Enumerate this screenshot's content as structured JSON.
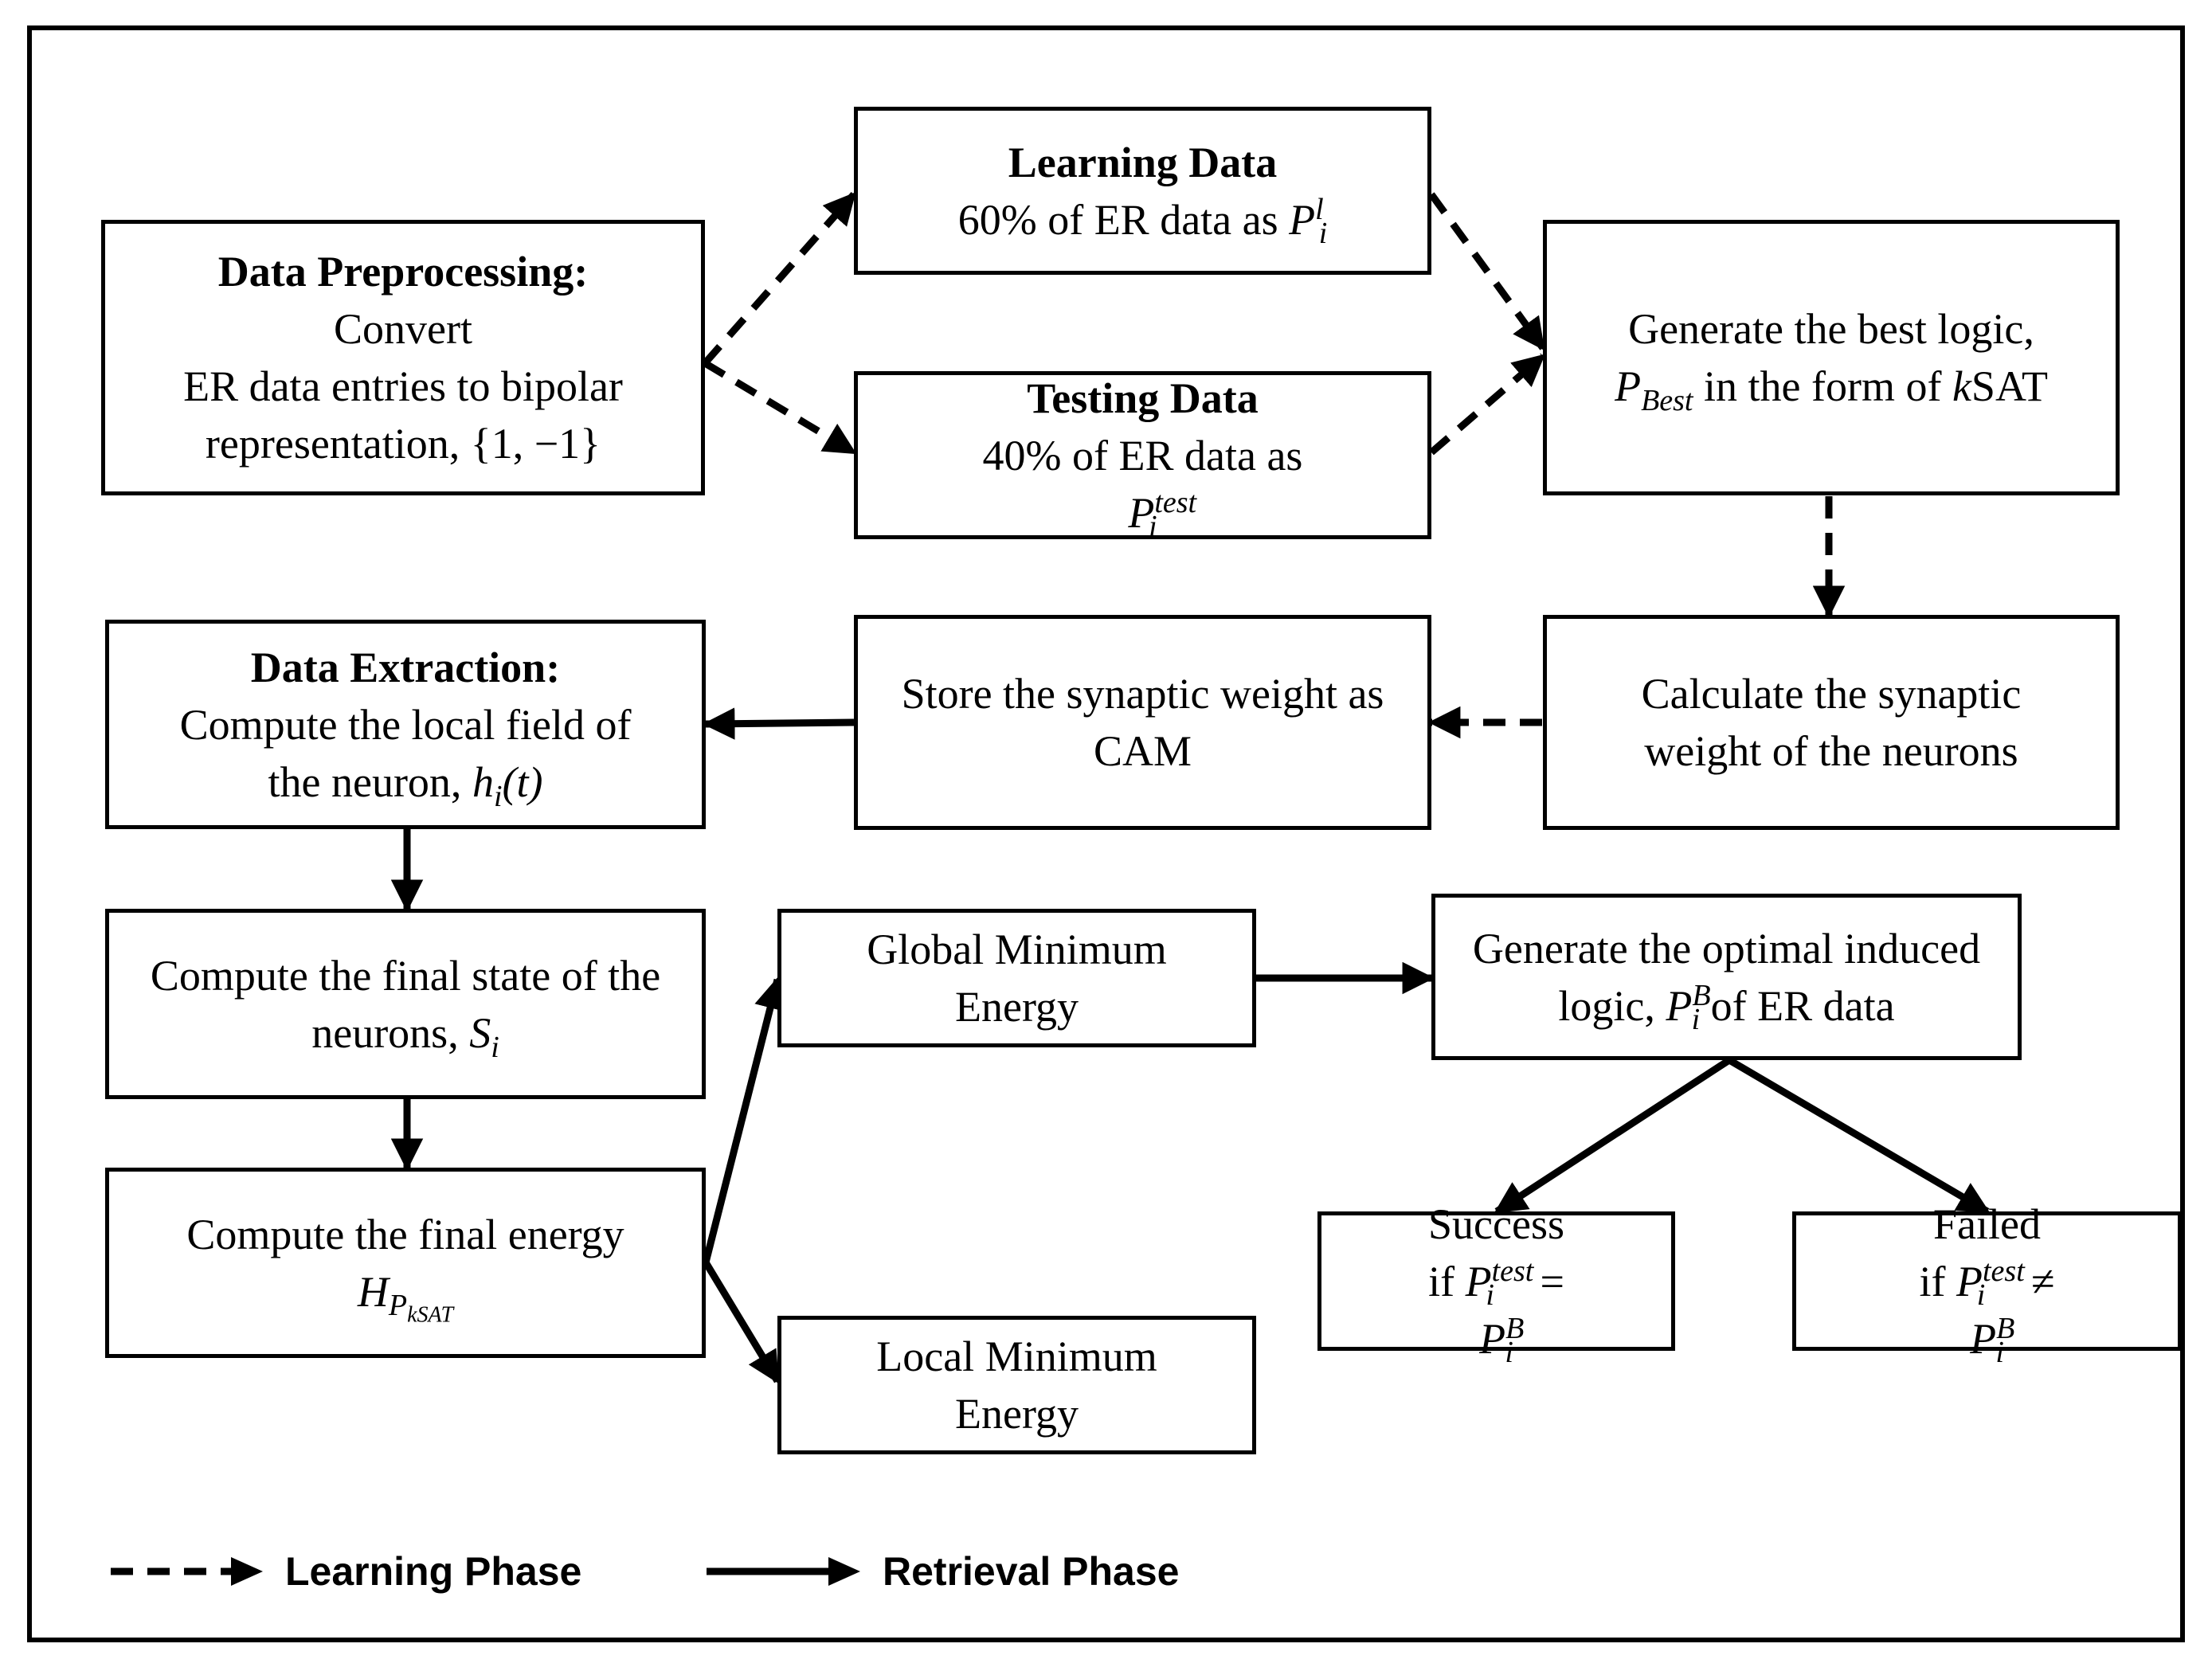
{
  "boxes": {
    "preprocessing": {
      "title": "Data Preprocessing:",
      "line1": "Convert",
      "line2": "ER data entries to bipolar",
      "line3": "representation, {1, −1}"
    },
    "learning": {
      "title": "Learning Data",
      "text": "60% of ER data as ",
      "sym": "P",
      "sup": "l",
      "sub": "i"
    },
    "testing": {
      "title": "Testing Data",
      "text": "40% of ER data as ",
      "sym": "P",
      "sup": "test",
      "sub": "i"
    },
    "generate_best": {
      "line1": "Generate the best logic,",
      "sym": "P",
      "sub": "Best",
      "mid": " in the form of ",
      "k": "k",
      "sat": "SAT"
    },
    "calc_weight": {
      "line1": "Calculate the synaptic",
      "line2": "weight of the neurons"
    },
    "store_weight": {
      "line1": "Store the synaptic weight as",
      "line2": "CAM"
    },
    "extraction": {
      "title": "Data Extraction:",
      "line1": "Compute the local field of",
      "line2a": "the neuron, ",
      "math": "h",
      "sub": "i",
      "tail": "(t)"
    },
    "final_state": {
      "line1": "Compute the final state of the",
      "line2a": "neurons, ",
      "sym": "S",
      "sub": "i"
    },
    "final_energy": {
      "line1": "Compute the final energy",
      "sym": "H",
      "sub1": "P",
      "sub2": "kSAT"
    },
    "global_min": {
      "line1": "Global Minimum",
      "line2": "Energy"
    },
    "local_min": {
      "line1": "Local Minimum",
      "line2": "Energy"
    },
    "optimal": {
      "line1": "Generate the optimal induced",
      "line2a": "logic, ",
      "sym": "P",
      "sup": "B",
      "sub": "i",
      "line2b": " of ER data"
    },
    "success": {
      "title": "Success",
      "if": "if ",
      "sym": "P",
      "sup1": "test",
      "sub1": "i",
      "op": " = ",
      "sup2": "B",
      "sub2": "i"
    },
    "failed": {
      "title": "Failed",
      "if": "if ",
      "sym": "P",
      "sup1": "test",
      "sub1": "i",
      "op": " ≠ ",
      "sup2": "B",
      "sub2": "i"
    }
  },
  "legend": {
    "learning": "Learning Phase",
    "retrieval": "Retrieval Phase"
  },
  "colors": {
    "stroke": "#000000",
    "background": "#ffffff"
  }
}
